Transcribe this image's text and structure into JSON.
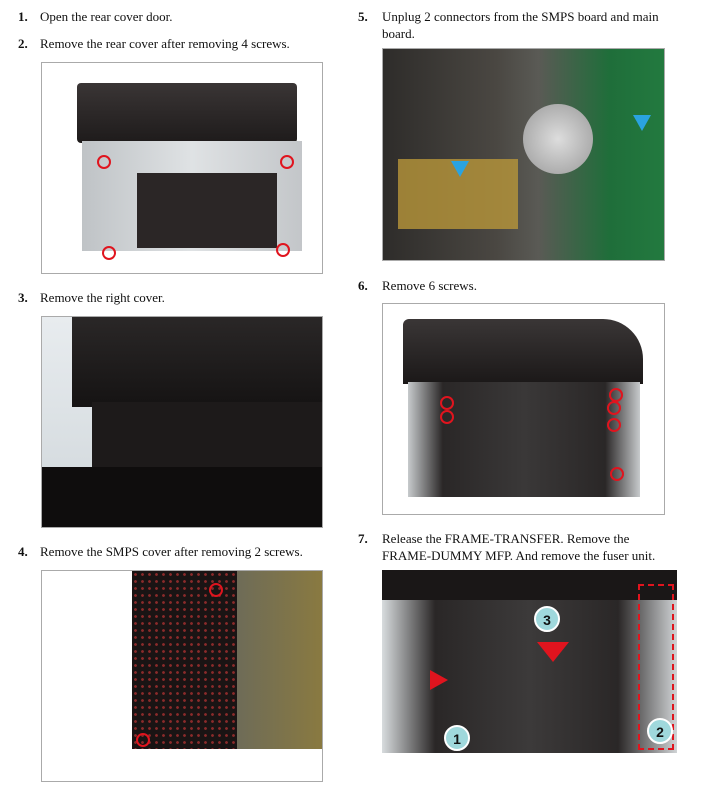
{
  "steps": [
    {
      "number": "1.",
      "text": "Open the rear cover door."
    },
    {
      "number": "2.",
      "text": "Remove the rear cover after removing 4 screws."
    },
    {
      "number": "3.",
      "text": "Remove the right cover."
    },
    {
      "number": "4.",
      "text": "Remove the SMPS cover after removing 2 screws."
    },
    {
      "number": "5.",
      "text_line1": "Unplug 2 connectors from the SMPS board and main",
      "text_line2": "board."
    },
    {
      "number": "6.",
      "text": "Remove 6 screws."
    },
    {
      "number": "7.",
      "text_line1": "Release the FRAME-TRANSFER. Remove the",
      "text_line2": "FRAME-DUMMY MFP. And remove the fuser unit."
    }
  ],
  "callouts": [
    "1",
    "2",
    "3"
  ],
  "colors": {
    "screw_marker": "#e0141e",
    "callout": "#9fd8dc",
    "connector_arrow": "#2aa3e0"
  }
}
